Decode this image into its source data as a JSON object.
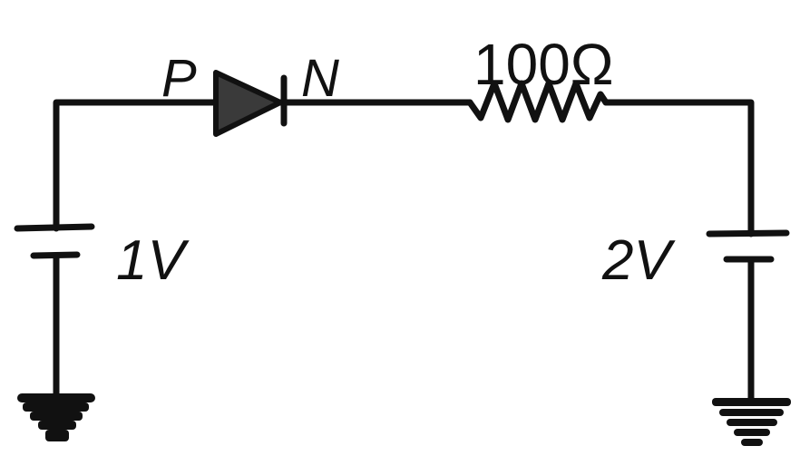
{
  "diagram": {
    "diode": {
      "anode_label": "P",
      "cathode_label": "N"
    },
    "resistor": {
      "label": "100Ω"
    },
    "left_battery": {
      "label": "1V"
    },
    "right_battery": {
      "label": "2V"
    },
    "colors": {
      "stroke": "#111111",
      "diode_fill": "#3a3a3a"
    }
  }
}
